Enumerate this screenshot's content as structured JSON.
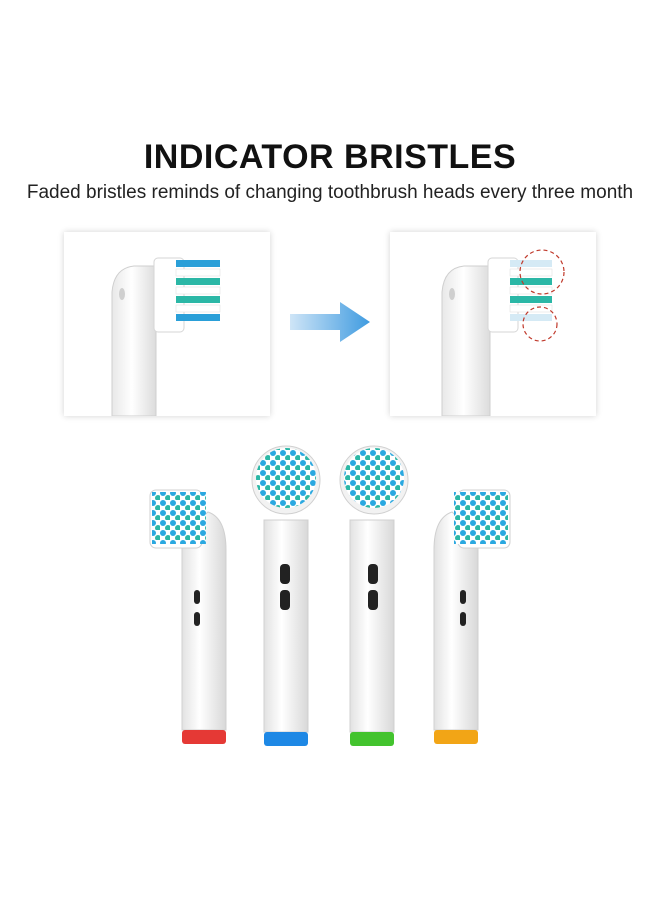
{
  "header": {
    "title": "INDICATOR BRISTLES",
    "subtitle": "Faded bristles reminds of changing toothbrush heads every three month"
  },
  "illustration": {
    "before_panel": "new-brush-head-side-view",
    "after_panel": "faded-brush-head-side-view",
    "arrow_icon": "arrow-right-icon",
    "indicator_color_new": "#2a9fd8",
    "indicator_color_faded": "#cfe6f2",
    "highlight_circle_color": "#c0392b"
  },
  "products": {
    "heads": [
      {
        "name": "head-red",
        "ring_color": "#e53935"
      },
      {
        "name": "head-blue",
        "ring_color": "#1e88e5"
      },
      {
        "name": "head-green",
        "ring_color": "#43c32e"
      },
      {
        "name": "head-yellow",
        "ring_color": "#f2a516"
      }
    ],
    "bristle_colors": {
      "indicator": "#2aa8e0",
      "teal": "#2bb7a6",
      "white": "#ffffff"
    }
  }
}
